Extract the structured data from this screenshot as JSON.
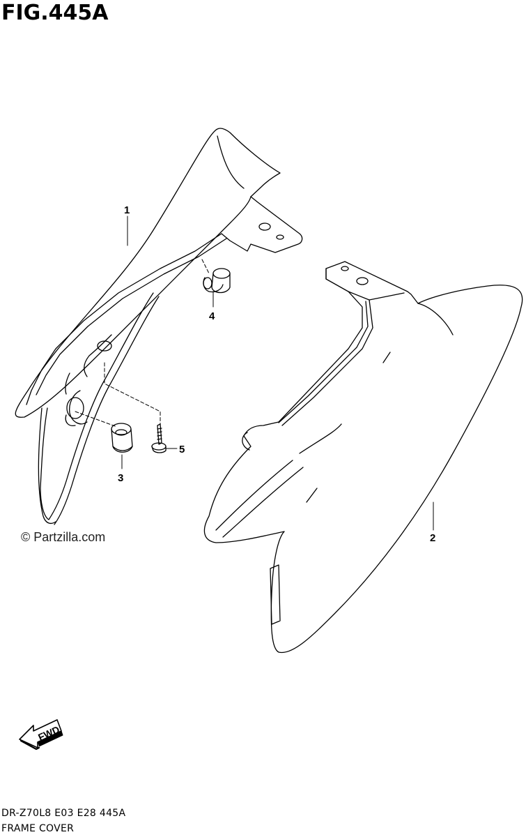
{
  "figure": {
    "title": "FIG.445A",
    "watermark": "© Partzilla.com",
    "footer_code": "DR-Z70L8  E03  E28  445A",
    "footer_name": "FRAME COVER",
    "fwd_label": "FWD"
  },
  "callouts": [
    {
      "id": "1",
      "label": "1"
    },
    {
      "id": "2",
      "label": "2"
    },
    {
      "id": "3",
      "label": "3"
    },
    {
      "id": "4",
      "label": "4"
    },
    {
      "id": "5",
      "label": "5"
    }
  ],
  "colors": {
    "line": "#000000",
    "background": "#ffffff"
  }
}
